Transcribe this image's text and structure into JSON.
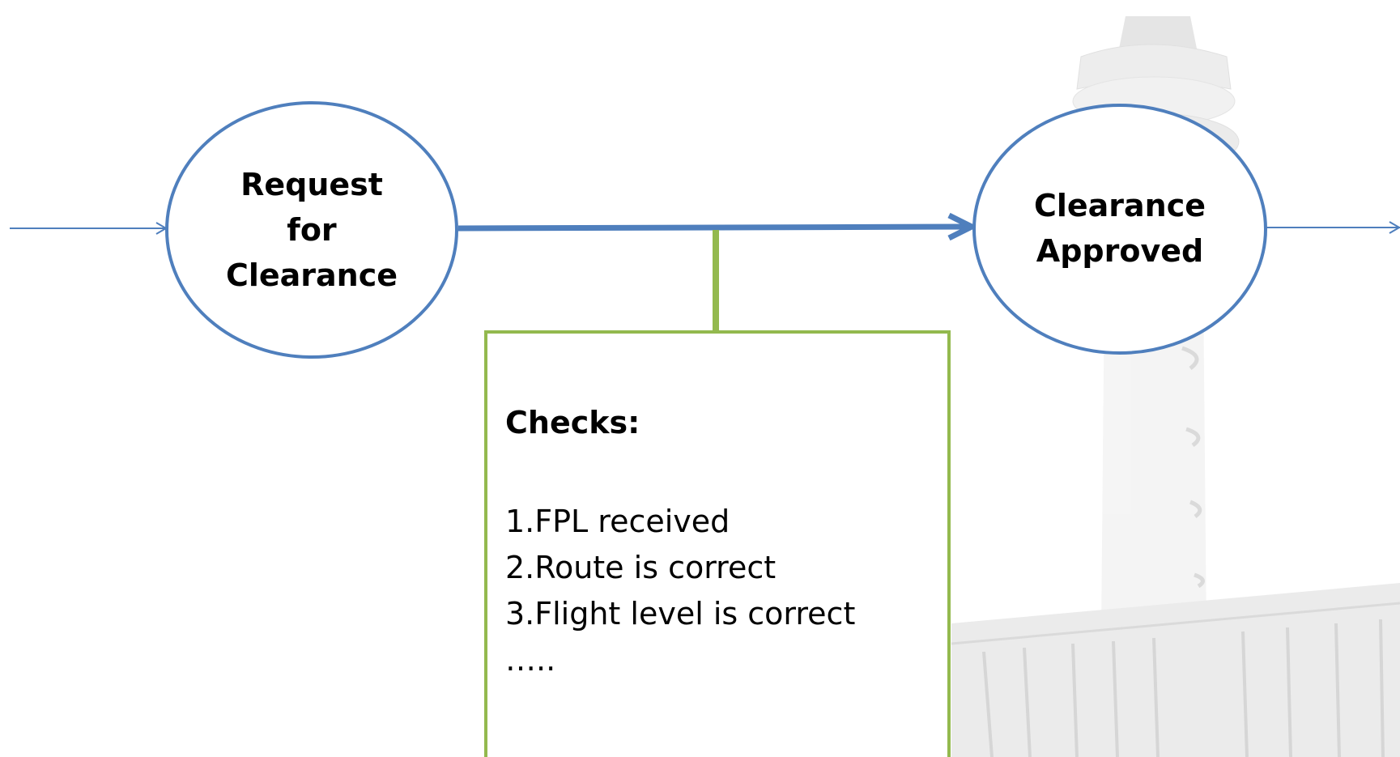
{
  "nodes": {
    "request": [
      "Request",
      "for",
      "Clearance"
    ],
    "approved": [
      "Clearance",
      "Approved"
    ]
  },
  "checks": {
    "title": "Checks:",
    "items": [
      "1.FPL received",
      "2.Route is correct",
      "3.Flight level is correct",
      "….."
    ]
  },
  "colors": {
    "node_stroke": "#4f7fbd",
    "arrow": "#4f7fbd",
    "box_stroke": "#93b94e",
    "background_tower": "#d9d9d9"
  }
}
